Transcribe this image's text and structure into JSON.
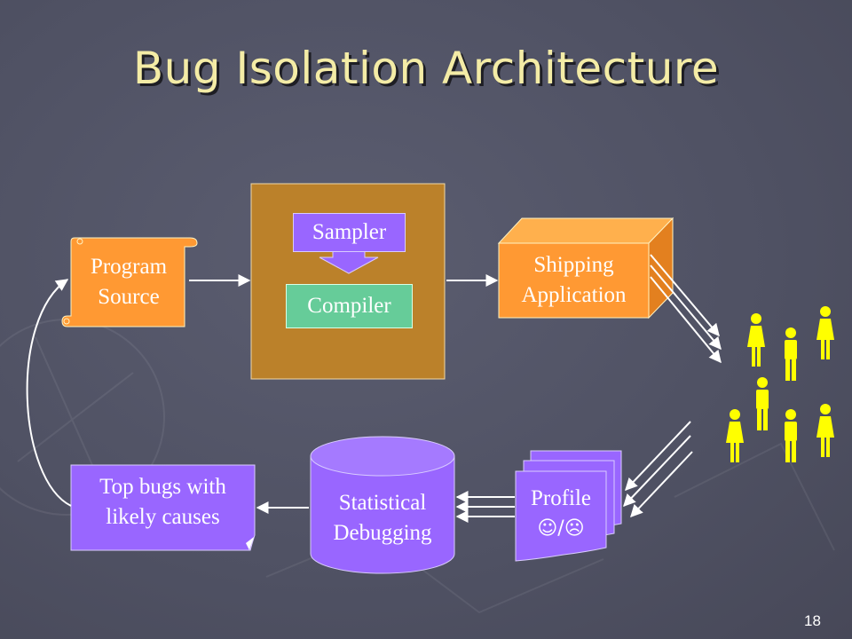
{
  "slide": {
    "title": "Bug Isolation Architecture",
    "number": "18"
  },
  "diagram": {
    "program_source": {
      "line1": "Program",
      "line2": "Source"
    },
    "sampler": "Sampler",
    "compiler": "Compiler",
    "shipping_app": {
      "line1": "Shipping",
      "line2": "Application"
    },
    "statistical_debugging": {
      "line1": "Statistical",
      "line2": "Debugging"
    },
    "profile": {
      "line1": "Profile",
      "line2": "☺/☹"
    },
    "top_bugs": {
      "line1": "Top bugs with",
      "line2": "likely causes"
    }
  },
  "colors": {
    "title": "#f4eca6",
    "orange": "#ff9933",
    "brown": "#bb812a",
    "purple": "#9966ff",
    "green": "#66cc99",
    "user_yellow": "#ffff00"
  }
}
